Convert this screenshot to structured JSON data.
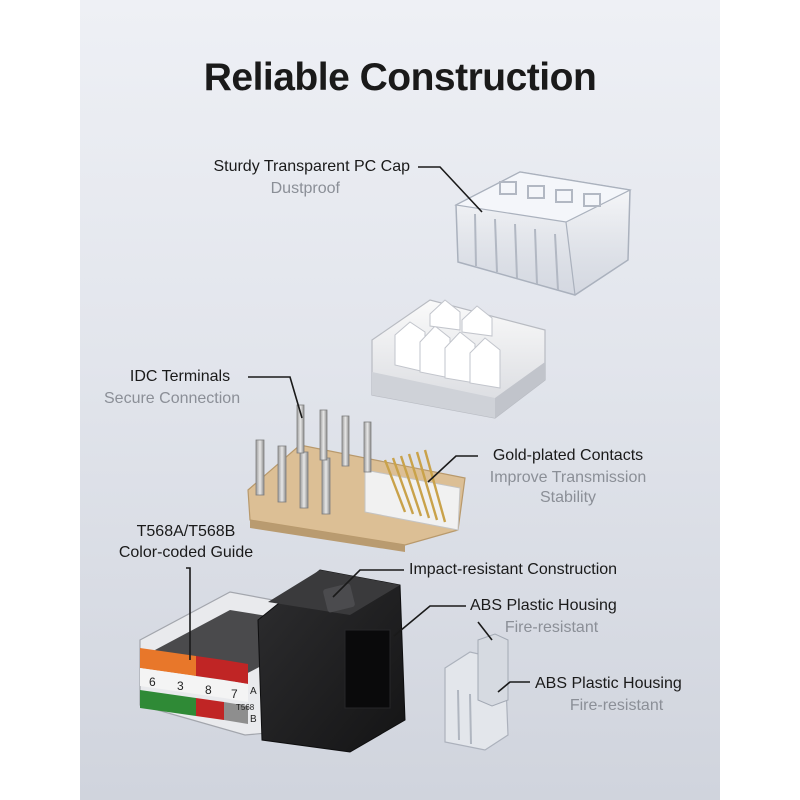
{
  "title": "Reliable Construction",
  "callouts": {
    "cap": {
      "label": "Sturdy Transparent PC Cap",
      "sub": "Dustproof"
    },
    "idc": {
      "label": "IDC Terminals",
      "sub": "Secure Connection"
    },
    "gold": {
      "label": "Gold-plated Contacts",
      "sub1": "Improve Transmission",
      "sub2": "Stability"
    },
    "guide": {
      "label1": "T568A/T568B",
      "label2": "Color-coded Guide"
    },
    "impact": {
      "label": "Impact-resistant Construction"
    },
    "abs1": {
      "label": "ABS Plastic Housing",
      "sub": "Fire-resistant"
    },
    "abs2": {
      "label": "ABS Plastic Housing",
      "sub": "Fire-resistant"
    }
  },
  "color_guide": {
    "digits": [
      "6",
      "3",
      "8",
      "7"
    ],
    "letter_a": "A",
    "letter_b": "B",
    "standard": "T568"
  },
  "colors": {
    "accent_text": "#1a1a1a",
    "sub_text": "#8b8f97",
    "jack_black": "#1c1c1e",
    "pcb": "#d9b98a"
  }
}
